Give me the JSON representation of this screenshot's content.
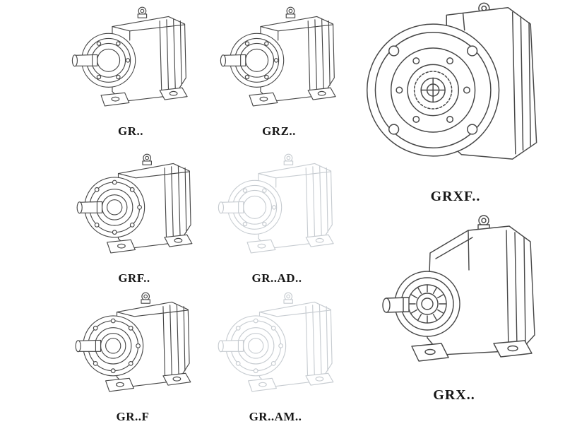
{
  "page": {
    "background": "#ffffff",
    "line_color": "#474747",
    "ghost_line_color": "#c7ccd1",
    "label_color": "#161616"
  },
  "items": [
    {
      "id": "gr",
      "label": "GR..",
      "drawing": "foot-mounted-helical-gearbox-iso",
      "ghost": false
    },
    {
      "id": "grz",
      "label": "GRZ..",
      "drawing": "foot-mounted-helical-gearbox-iso",
      "ghost": false
    },
    {
      "id": "grxf",
      "label": "GRXF..",
      "drawing": "flange-mounted-gearbox-front-view",
      "ghost": false
    },
    {
      "id": "grf",
      "label": "GRF..",
      "drawing": "flange-input-helical-gearbox-iso",
      "ghost": false
    },
    {
      "id": "grad",
      "label": "GR..AD..",
      "drawing": "gearbox-with-input-adapter-iso",
      "ghost": true
    },
    {
      "id": "grf2",
      "label": "GR..F",
      "drawing": "flange-input-helical-gearbox-iso",
      "ghost": false
    },
    {
      "id": "gram",
      "label": "GR..AM..",
      "drawing": "gearbox-with-motor-adapter-iso",
      "ghost": true
    },
    {
      "id": "grx",
      "label": "GRX..",
      "drawing": "large-foot-mounted-gearbox-iso",
      "ghost": false
    }
  ]
}
